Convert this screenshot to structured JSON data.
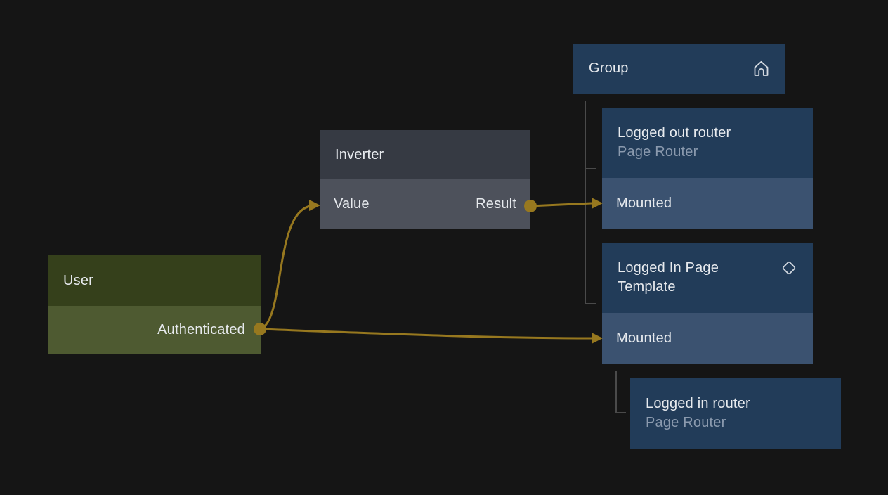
{
  "colors": {
    "background": "#151515",
    "node_blue_header": "#223c59",
    "node_blue_row": "#3b5270",
    "node_gray_header": "#363a43",
    "node_gray_row": "#4d515b",
    "node_green_header": "#35401b",
    "node_green_row": "#4e5a31",
    "title_text": "#e7eaee",
    "subtitle_text": "#8b9aae",
    "wire": "#97781f",
    "tree_line": "#4a4a4a",
    "icon": "#d3d9e1"
  },
  "nodes": {
    "group": {
      "title": "Group"
    },
    "logged_out_router": {
      "title": "Logged out router",
      "subtitle": "Page Router",
      "row": "Mounted"
    },
    "logged_in_page_template": {
      "title": "Logged In Page Template",
      "row": "Mounted"
    },
    "logged_in_router": {
      "title": "Logged in router",
      "subtitle": "Page Router"
    },
    "inverter": {
      "title": "Inverter",
      "input": "Value",
      "output": "Result"
    },
    "user": {
      "title": "User",
      "output": "Authenticated"
    }
  }
}
